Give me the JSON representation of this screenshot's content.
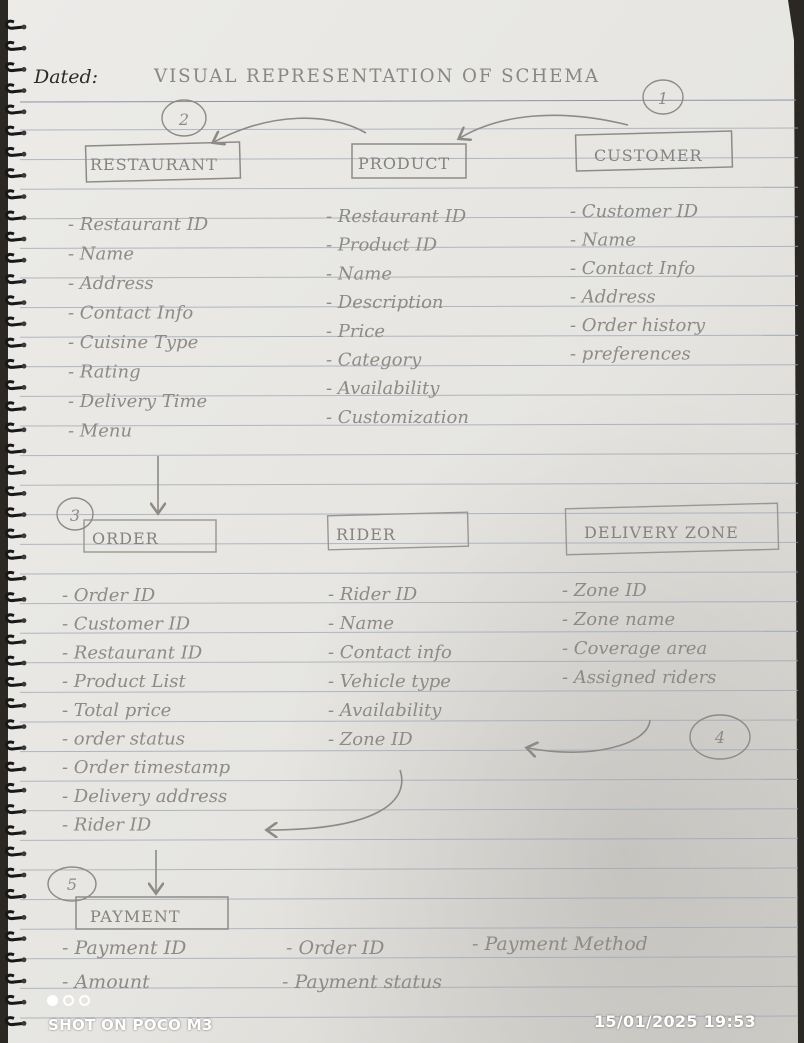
{
  "page": {
    "dated_label": "Dated:",
    "title": "VISUAL REPRESENTATION OF SCHEMA"
  },
  "entities": [
    {
      "name": "RESTAURANT",
      "number": "2",
      "fields": [
        "Restaurant ID",
        "Name",
        "Address",
        "Contact Info",
        "Cuisine Type",
        "Rating",
        "Delivery Time",
        "Menu"
      ]
    },
    {
      "name": "PRODUCT",
      "number": "",
      "fields": [
        "Restaurant ID",
        "Product ID",
        "Name",
        "Description",
        "Price",
        "Category",
        "Availability",
        "Customization"
      ]
    },
    {
      "name": "CUSTOMER",
      "number": "1",
      "fields": [
        "Customer ID",
        "Name",
        "Contact Info",
        "Address",
        "Order history",
        "preferences"
      ]
    },
    {
      "name": "ORDER",
      "number": "3",
      "fields": [
        "Order ID",
        "Customer ID",
        "Restaurant ID",
        "Product List",
        "Total price",
        "order status",
        "Order timestamp",
        "Delivery address",
        "Rider ID"
      ]
    },
    {
      "name": "RIDER",
      "number": "",
      "fields": [
        "Rider ID",
        "Name",
        "Contact info",
        "Vehicle type",
        "Availability",
        "Zone ID"
      ]
    },
    {
      "name": "DELIVERY ZONE",
      "number": "4",
      "fields": [
        "Zone ID",
        "Zone name",
        "Coverage area",
        "Assigned riders"
      ]
    },
    {
      "name": "PAYMENT",
      "number": "5",
      "fields": [
        "Payment ID",
        "Order ID",
        "Payment Method",
        "Amount",
        "Payment status"
      ]
    }
  ],
  "watermark": {
    "brand": "SHOT ON POCO M3",
    "datetime": "15/01/2025  19:53"
  },
  "colors": {
    "paper": "#e8e7e3",
    "rule_line": "#9aa6b6",
    "pencil": "#8e8b86",
    "spiral": "#1a1a1a"
  }
}
